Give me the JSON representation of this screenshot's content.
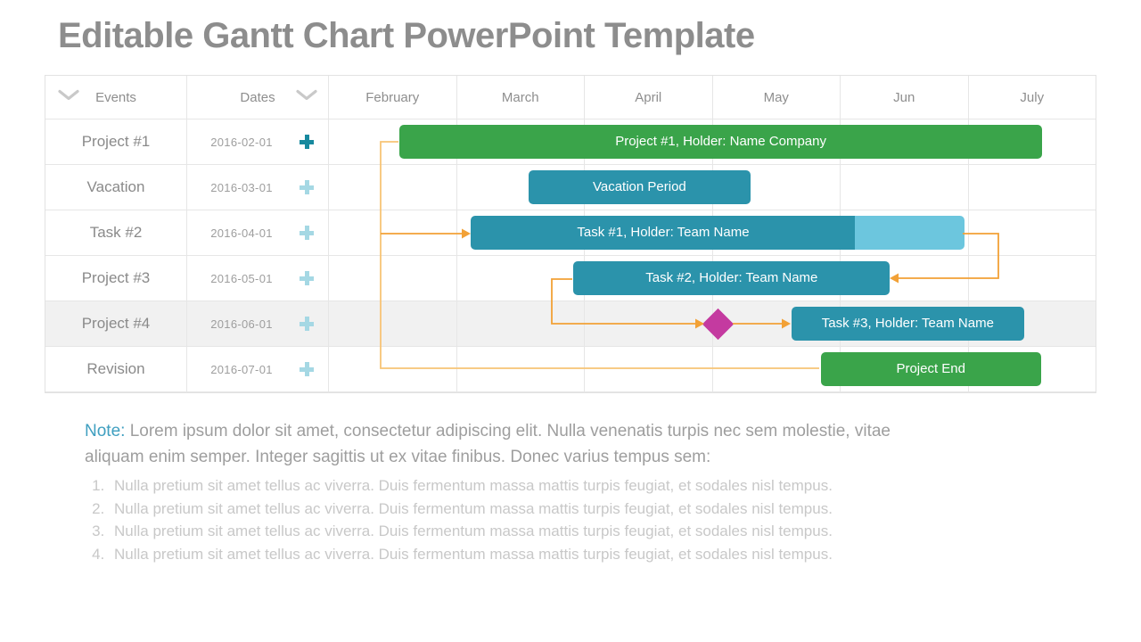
{
  "title": "Editable Gantt Chart PowerPoint Template",
  "table": {
    "headers": {
      "events": "Events",
      "dates": "Dates"
    },
    "months": [
      "February",
      "March",
      "April",
      "May",
      "Jun",
      "July"
    ],
    "rows": [
      {
        "event": "Project #1",
        "date": "2016-02-01"
      },
      {
        "event": "Vacation",
        "date": "2016-03-01"
      },
      {
        "event": "Task #2",
        "date": "2016-04-01"
      },
      {
        "event": "Project #3",
        "date": "2016-05-01"
      },
      {
        "event": "Project #4",
        "date": "2016-06-01"
      },
      {
        "event": "Revision",
        "date": "2016-07-01"
      }
    ]
  },
  "chart_data": {
    "type": "gantt",
    "timeline": [
      "February",
      "March",
      "April",
      "May",
      "Jun",
      "July"
    ],
    "tasks": [
      {
        "row": 0,
        "label": "Project #1, Holder: Name Company",
        "color": "green",
        "start": 0.55,
        "end": 5.57
      },
      {
        "row": 1,
        "label": "Vacation Period",
        "color": "teal",
        "start": 1.56,
        "end": 3.29
      },
      {
        "row": 2,
        "label": "Task #1, Holder: Team Name",
        "color": "teal",
        "start": 1.11,
        "end": 4.11,
        "ext_end": 4.96,
        "ext_color": "light_blue"
      },
      {
        "row": 3,
        "label": "Task #2, Holder: Team Name",
        "color": "teal",
        "start": 1.91,
        "end": 4.38
      },
      {
        "row": 4,
        "type": "milestone",
        "pos": 3.04,
        "color": "magenta"
      },
      {
        "row": 4,
        "label": "Task #3, Holder: Team Name",
        "color": "teal",
        "start": 3.61,
        "end": 5.43
      },
      {
        "row": 5,
        "label": "Project End",
        "color": "green",
        "start": 3.84,
        "end": 5.56
      }
    ]
  },
  "note": {
    "label": "Note:",
    "intro": "Lorem ipsum dolor sit amet, consectetur adipiscing elit. Nulla venenatis turpis nec sem molestie, vitae aliquam enim semper. Integer sagittis ut ex vitae finibus. Donec varius tempus sem:",
    "items": [
      "Nulla pretium sit amet tellus ac viverra. Duis fermentum massa mattis turpis feugiat, et sodales nisl tempus.",
      "Nulla pretium sit amet tellus ac viverra. Duis fermentum massa mattis turpis feugiat, et sodales nisl tempus.",
      "Nulla pretium sit amet tellus ac viverra. Duis fermentum massa mattis turpis feugiat, et sodales nisl tempus.",
      "Nulla pretium sit amet tellus ac viverra. Duis fermentum massa mattis turpis feugiat, et sodales nisl tempus."
    ]
  },
  "colors": {
    "green": "#3aa44a",
    "teal": "#2b93ab",
    "light_blue": "#6cc6de",
    "magenta": "#c43aa0",
    "orange": "#f2a136",
    "orange_light": "#f8c476",
    "plus_dark": "#17899e",
    "plus_light": "#a5d8e4",
    "note_label": "#3f9fc0",
    "chevron": "#c9c9c9",
    "row_shade": "#f1f1f1"
  }
}
